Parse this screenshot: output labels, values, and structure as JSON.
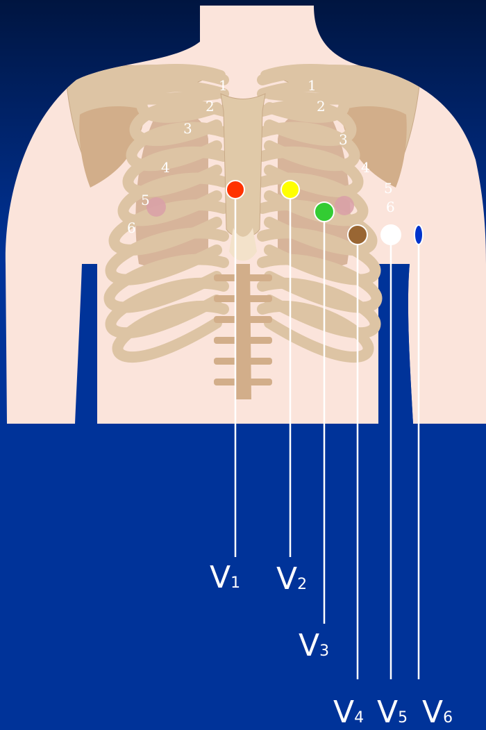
{
  "colors": {
    "background_top": "#001540",
    "background_bottom": "#003399",
    "skin": "#FBE4DB",
    "bone": "#DDC4A4",
    "bone_dark": "#D2AE8A",
    "lung": "#D7B49A",
    "nipple": "#D9A0A8"
  },
  "rib_numbers": {
    "right": [
      "1",
      "2",
      "3",
      "4",
      "5",
      "6"
    ],
    "left": [
      "1",
      "2",
      "3",
      "4",
      "5",
      "6"
    ]
  },
  "leads": [
    {
      "letter": "V",
      "num": "1",
      "color": "#FF3300",
      "icon": "red-electrode"
    },
    {
      "letter": "V",
      "num": "2",
      "color": "#FFFF00",
      "icon": "yellow-electrode"
    },
    {
      "letter": "V",
      "num": "3",
      "color": "#33CC33",
      "icon": "green-electrode"
    },
    {
      "letter": "V",
      "num": "4",
      "color": "#996633",
      "icon": "brown-electrode"
    },
    {
      "letter": "V",
      "num": "5",
      "color": "#FFFFFF",
      "icon": "white-electrode"
    },
    {
      "letter": "V",
      "num": "6",
      "color": "#0033CC",
      "icon": "blue-electrode"
    }
  ]
}
